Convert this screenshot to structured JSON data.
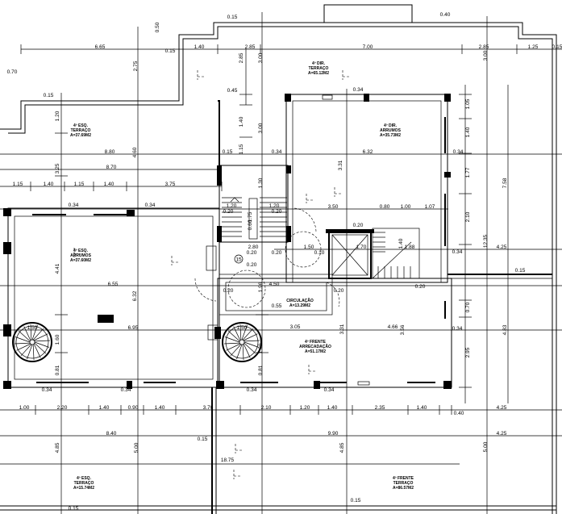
{
  "drawing": {
    "rooms": [
      {
        "level": "4º ESQ.",
        "name": "TERRAÇO",
        "area": "A=37.69M2"
      },
      {
        "level": "4º DIR.",
        "name": "TERRAÇO",
        "area": "A=65.12M2"
      },
      {
        "level": "4º DIR.",
        "name": "ARRUMOS",
        "area": "A=35.73M2"
      },
      {
        "level": "4º ESQ.",
        "name": "ARRUMOS",
        "area": "A=37.60M2"
      },
      {
        "level": "",
        "name": "CIRCULAÇÃO",
        "area": "A=13.29M2"
      },
      {
        "level": "4º FRENTE",
        "name": "ARRECADAÇÃO",
        "area": "A=51.17M2"
      },
      {
        "level": "4º ESQ.",
        "name": "TERRAÇO",
        "area": "A=15.74M2"
      },
      {
        "level": "4º FRENTE",
        "name": "TERRAÇO",
        "area": "A=86.57M2"
      }
    ],
    "room_number": "15",
    "dimensions": [
      "0.15",
      "0.50",
      "0.40",
      "6.65",
      "0.15",
      "1.40",
      "2.85",
      "7.00",
      "2.85",
      "1.25",
      "0.15",
      "0.70",
      "2.75",
      "2.85",
      "3.00",
      "3.00",
      "0.45",
      "0.15",
      "1.20",
      "1.40",
      "3.00",
      "0.34",
      "4.60",
      "8.80",
      "0.15",
      "1.15",
      "0.34",
      "6.32",
      "0.34",
      "3.25",
      "8.70",
      "3.31",
      "1.15",
      "1.40",
      "1.15",
      "1.40",
      "3.75",
      "0.34",
      "0.34",
      "1.30",
      "1.20",
      "0.20",
      "1.75",
      "1.20",
      "0.20",
      "3.50",
      "0.80",
      "1.00",
      "1.07",
      "0.20",
      "1.50",
      "0.10",
      "1.70",
      "1.40",
      "1.88",
      "0.34",
      "2.80",
      "0.20",
      "0.20",
      "0.20",
      "4.50",
      "1.96",
      "0.55",
      "0.20",
      "0.20",
      "1.05",
      "1.40",
      "1.77",
      "2.10",
      "7.58",
      "12.35",
      "4.25",
      "0.15",
      "0.70",
      "2.95",
      "4.83",
      "0.34",
      "3.05",
      "4.66",
      "3.31",
      "3.56",
      "4.41",
      "6.55",
      "6.32",
      "6.95",
      "1.50",
      "1.60",
      "0.81",
      "1.50",
      "1.60",
      "0.81",
      "0.34",
      "0.34",
      "0.34",
      "0.34",
      "1.00",
      "2.20",
      "1.40",
      "0.90",
      "1.40",
      "3.70",
      "2.10",
      "1.20",
      "1.40",
      "2.35",
      "1.40",
      "0.40",
      "4.25",
      "8.40",
      "0.15",
      "9.90",
      "4.25",
      "4.85",
      "5.00",
      "4.85",
      "5.00",
      "18.75",
      "0.15",
      "0.15",
      "0.60",
      "0.20"
    ]
  }
}
